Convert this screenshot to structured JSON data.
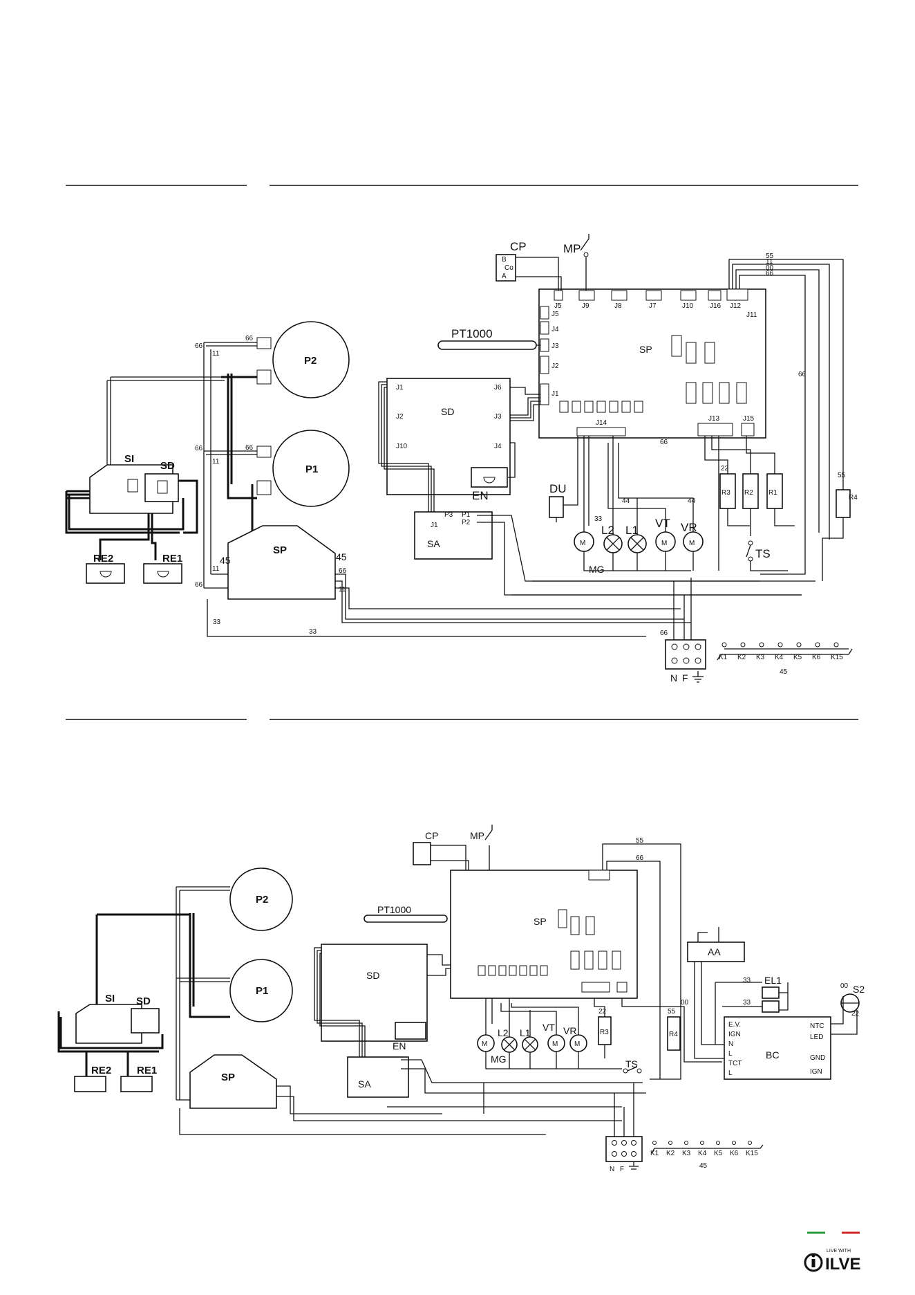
{
  "diagram1": {
    "board_main": "SP",
    "board_display": "SD",
    "board_aux": "SA",
    "board_power": "SP",
    "board_igniter": "SI",
    "board_sd_small": "SD",
    "pump1": "P1",
    "pump2": "P2",
    "sensor": "PT1000",
    "cp": "CP",
    "cp_pins": [
      "B",
      "Co",
      "A"
    ],
    "mp": "MP",
    "du": "DU",
    "en": "EN",
    "re1": "RE1",
    "re2": "RE2",
    "ts": "TS",
    "loads": [
      "MG",
      "L2",
      "L1",
      "VT",
      "VR"
    ],
    "motor_glyph": "M",
    "resistors": [
      "R3",
      "R2",
      "R1",
      "R4"
    ],
    "connectors_top": [
      "J5",
      "J9",
      "J8",
      "J7",
      "J10",
      "J16",
      "J12",
      "J11"
    ],
    "connectors_left": [
      "J5",
      "J4",
      "J3",
      "J2",
      "J1"
    ],
    "connectors_bottom": [
      "J14",
      "J13",
      "J15"
    ],
    "sd_connectors": [
      "J1",
      "J2",
      "J10",
      "J6",
      "J3",
      "J4"
    ],
    "sa_pins": [
      "J1",
      "P3",
      "P1",
      "P2"
    ],
    "wire_numbers": [
      "55",
      "11",
      "00",
      "66",
      "22",
      "33",
      "44",
      "45"
    ],
    "terminal": [
      "N",
      "F"
    ],
    "keys": [
      "K1",
      "K2",
      "K3",
      "K4",
      "K5",
      "K6",
      "K15"
    ],
    "keys_bus": "45"
  },
  "diagram2": {
    "aa": "AA",
    "el1": "EL1",
    "s2": "S2",
    "bc": "BC",
    "bc_pins_left": [
      "E.V.",
      "IGN",
      "N",
      "L",
      "TCT",
      "L"
    ],
    "bc_pins_right": [
      "NTC",
      "LED",
      "GND",
      "IGN"
    ],
    "extra_wires": [
      "00",
      "22",
      "33",
      "55"
    ]
  },
  "brand": {
    "tagline": "LIVE WITH",
    "name": "ILVE",
    "accent_green": "#2e9a3e",
    "accent_red": "#d02a2a"
  }
}
